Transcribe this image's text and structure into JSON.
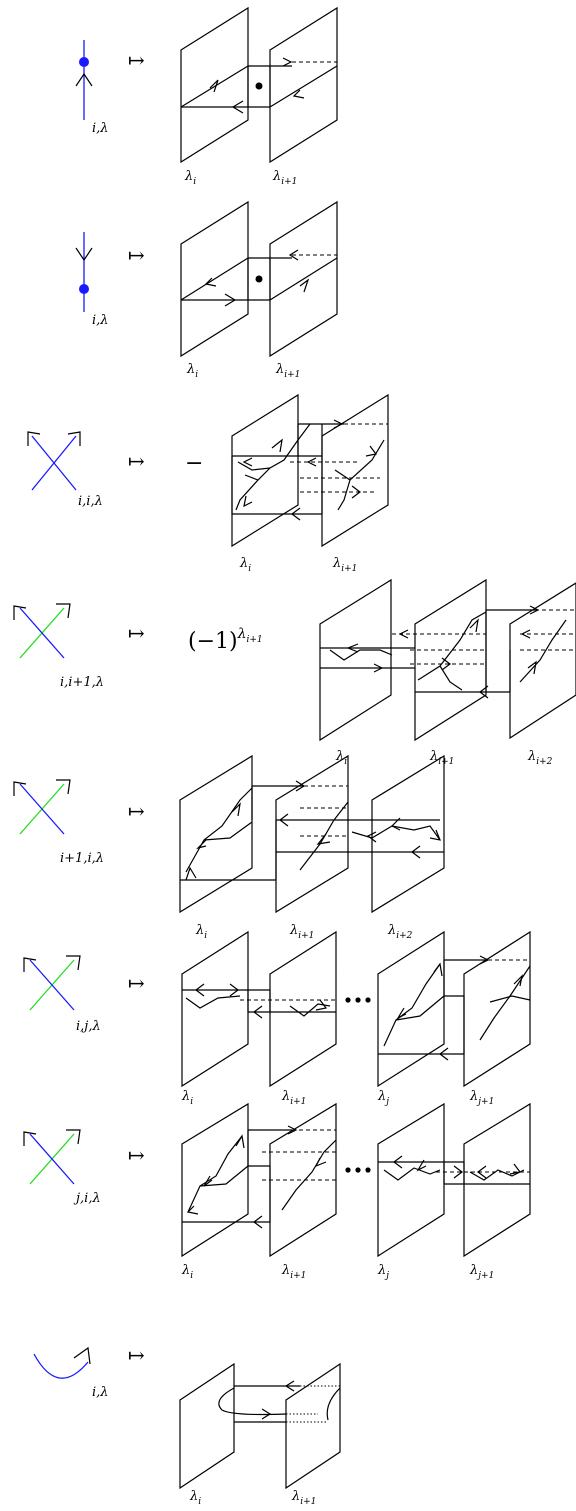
{
  "maps_to": "↦",
  "rows": [
    {
      "glyph_label": "i,λ",
      "planes": [
        {
          "base": "λ",
          "sub": "i"
        },
        {
          "base": "λ",
          "sub": "i+1"
        }
      ]
    },
    {
      "glyph_label": "i,λ",
      "planes": [
        {
          "base": "λ",
          "sub": "i"
        },
        {
          "base": "λ",
          "sub": "i+1"
        }
      ]
    },
    {
      "glyph_label": "i,i,λ",
      "coefficient": "−",
      "planes": [
        {
          "base": "λ",
          "sub": "i"
        },
        {
          "base": "λ",
          "sub": "i+1"
        }
      ]
    },
    {
      "glyph_label": "i,i+1,λ",
      "coefficient": "(−1)",
      "coefficient_exp": "λ",
      "coefficient_exp_sub": "i+1",
      "planes": [
        {
          "base": "λ",
          "sub": "i"
        },
        {
          "base": "λ",
          "sub": "i+1"
        },
        {
          "base": "λ",
          "sub": "i+2"
        }
      ]
    },
    {
      "glyph_label": "i+1,i,λ",
      "planes": [
        {
          "base": "λ",
          "sub": "i"
        },
        {
          "base": "λ",
          "sub": "i+1"
        },
        {
          "base": "λ",
          "sub": "i+2"
        }
      ]
    },
    {
      "glyph_label": "i,j,λ",
      "ellipsis": "•••",
      "planes": [
        {
          "base": "λ",
          "sub": "i"
        },
        {
          "base": "λ",
          "sub": "i+1"
        },
        {
          "base": "λ",
          "sub": "j"
        },
        {
          "base": "λ",
          "sub": "j+1"
        }
      ]
    },
    {
      "glyph_label": "j,i,λ",
      "ellipsis": "•••",
      "planes": [
        {
          "base": "λ",
          "sub": "i"
        },
        {
          "base": "λ",
          "sub": "i+1"
        },
        {
          "base": "λ",
          "sub": "j"
        },
        {
          "base": "λ",
          "sub": "j+1"
        }
      ]
    },
    {
      "glyph_label": "i,λ",
      "planes": [
        {
          "base": "λ",
          "sub": "i"
        },
        {
          "base": "λ",
          "sub": "i+1"
        }
      ]
    }
  ]
}
